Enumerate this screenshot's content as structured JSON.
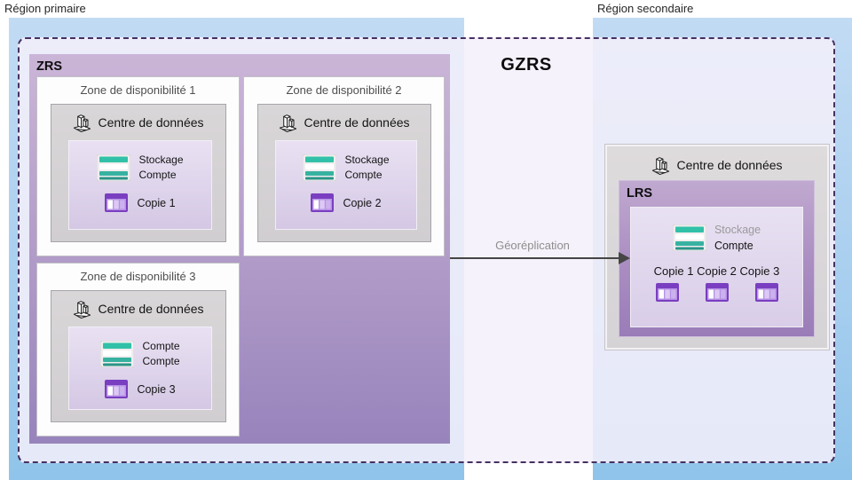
{
  "diagram": {
    "primary_region_label": "Région primaire",
    "secondary_region_label": "Région secondaire",
    "gzrs_label": "GZRS",
    "geo_replication_label": "Géoréplication"
  },
  "zrs": {
    "label": "ZRS",
    "zones": [
      {
        "title": "Zone de disponibilité 1",
        "datacenter_label": "Centre de données",
        "storage_line1": "Stockage",
        "storage_line2": "Compte",
        "copy_label": "Copie 1"
      },
      {
        "title": "Zone de disponibilité 2",
        "datacenter_label": "Centre de données",
        "storage_line1": "Stockage",
        "storage_line2": "Compte",
        "copy_label": "Copie 2"
      },
      {
        "title": "Zone de disponibilité 3",
        "datacenter_label": "Centre de données",
        "storage_line1": "Compte",
        "storage_line2": "Compte",
        "copy_label": "Copie 3"
      }
    ]
  },
  "secondary": {
    "datacenter_label": "Centre de données",
    "lrs_label": "LRS",
    "storage_line1": "Stockage",
    "storage_line2": "Compte",
    "copies_label": "Copie 1 Copie 2 Copie 3"
  },
  "icons": {
    "datacenter": "datacenter-buildings-icon",
    "storage_account": "storage-account-icon",
    "copy_table": "table-copy-icon"
  },
  "colors": {
    "region_blue_top": "#c2dbf4",
    "region_blue_bottom": "#90c4ea",
    "gzrs_border": "#463061",
    "gzrs_fill": "rgba(244,240,250,0.85)",
    "zrs_purple_top": "#cbb5d7",
    "zrs_purple_bottom": "#9884bc",
    "lrs_purple_top": "#c0a9d0",
    "lrs_purple_bottom": "#9a7cb8",
    "storage_teal": "#31c1a8",
    "table_purple": "#7a3ec0",
    "arrow": "#454545"
  }
}
